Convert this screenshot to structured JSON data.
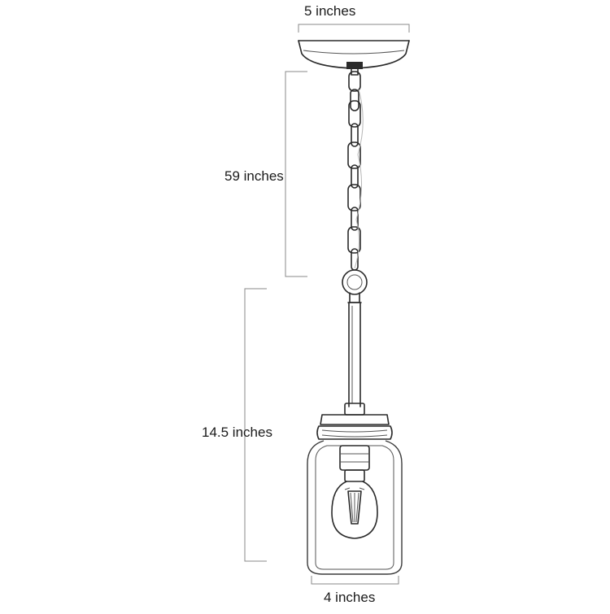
{
  "diagram": {
    "dimensions": {
      "canopy_width": "5 inches",
      "chain_length": "59 inches",
      "fixture_height": "14.5 inches",
      "shade_width": "4 inches"
    },
    "colors": {
      "line": "#2a2a2a",
      "dimension_line": "#8a8a8a",
      "background": "#ffffff"
    }
  }
}
